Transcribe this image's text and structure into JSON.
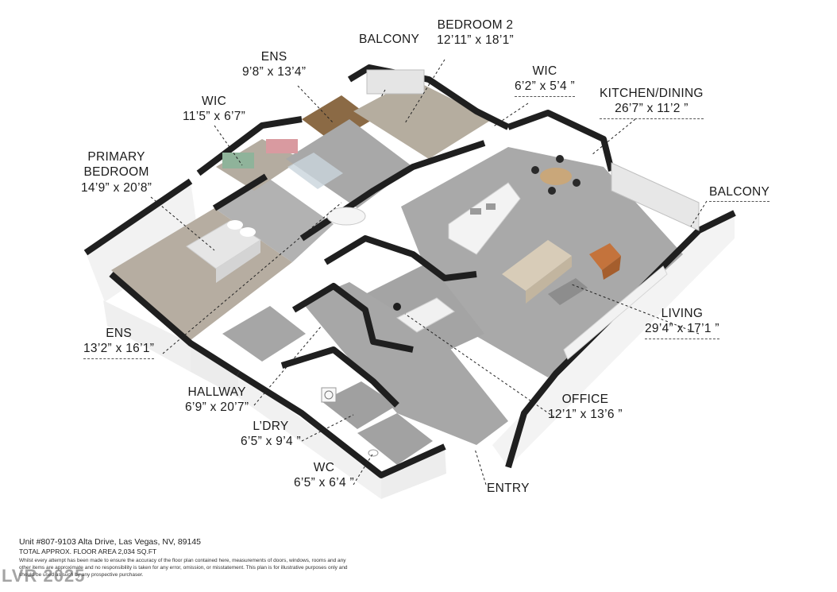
{
  "rooms": {
    "balcony_top": {
      "name": "BALCONY",
      "dims": ""
    },
    "bedroom2": {
      "name": "BEDROOM 2",
      "dims": "12’11” x 18’1”"
    },
    "ens_top": {
      "name": "ENS",
      "dims": "9’8” x 13’4”"
    },
    "wic_mid": {
      "name": "WIC",
      "dims": "6’2” x 5’4 ”"
    },
    "kitchen": {
      "name": "KITCHEN/DINING",
      "dims": "26’7” x 11’2 ”"
    },
    "wic_left": {
      "name": "WIC",
      "dims": "11’5” x 6’7”"
    },
    "primary": {
      "name1": "PRIMARY",
      "name2": "BEDROOM",
      "dims": "14’9” x 20’8”"
    },
    "balcony_right": {
      "name": "BALCONY",
      "dims": ""
    },
    "living": {
      "name": "LIVING",
      "dims": "29’4” x 17’1 ”"
    },
    "ens_left": {
      "name": "ENS",
      "dims": "13’2” x 16’1”"
    },
    "hallway": {
      "name": "HALLWAY",
      "dims": "6’9” x 20’7”"
    },
    "office": {
      "name": "OFFICE",
      "dims": "12’1” x 13’6 ”"
    },
    "laundry": {
      "name": "L’DRY",
      "dims": "6’5” x 9’4 ”"
    },
    "wc": {
      "name": "WC",
      "dims": "6’5” x 6’4 ”"
    },
    "entry": {
      "name": "ENTRY",
      "dims": ""
    }
  },
  "footer": {
    "address": "Unit #807-9103 Alta Drive, Las Vegas, NV, 89145",
    "area": "TOTAL APPROX. FLOOR AREA 2,034 SQ.FT",
    "disclaimer": "Whilst every attempt has been made to ensure the accuracy of the floor plan contained here, measurements of doors, windows, rooms and any other items are approximate and no responsibility is taken for any error, omission, or misstatement. This plan is for illustrative purposes only and should be used as such by any prospective purchaser."
  },
  "watermark": "LVR 2025",
  "colors": {
    "floor_carpet": "#b8b0a4",
    "floor_tile": "#a3a3a3",
    "wall_top": "#1f1f1f",
    "wall_side": "#f4f4f4"
  }
}
